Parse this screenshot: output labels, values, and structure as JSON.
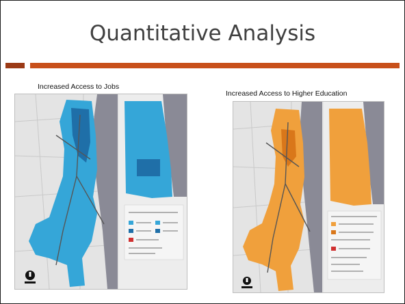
{
  "slide": {
    "title": "Quantitative Analysis"
  },
  "maps": {
    "jobs": {
      "caption": "Increased Access to Jobs",
      "fill_color": "#35a6d8",
      "highlight_color": "#1f6fa8"
    },
    "higher_education": {
      "caption": "Increased Access to Higher Education",
      "fill_color": "#f0a03c",
      "highlight_color": "#d9771a"
    }
  },
  "colors": {
    "accent_dark": "#9b3a16",
    "accent": "#c8501a",
    "lake": "#8a8a96",
    "land": "#e6e6e6"
  },
  "icons": [
    "north-arrow-icon",
    "logo-icon"
  ]
}
